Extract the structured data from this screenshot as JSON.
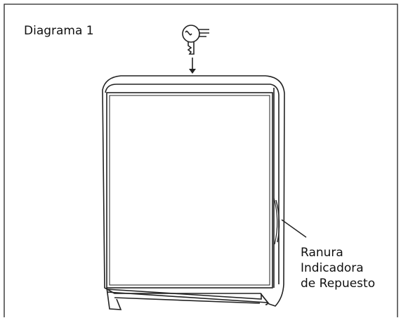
{
  "diagram": {
    "title": "Diagrama 1",
    "callout_lines": [
      "Ranura",
      "Indicadora",
      "de Repuesto"
    ]
  }
}
